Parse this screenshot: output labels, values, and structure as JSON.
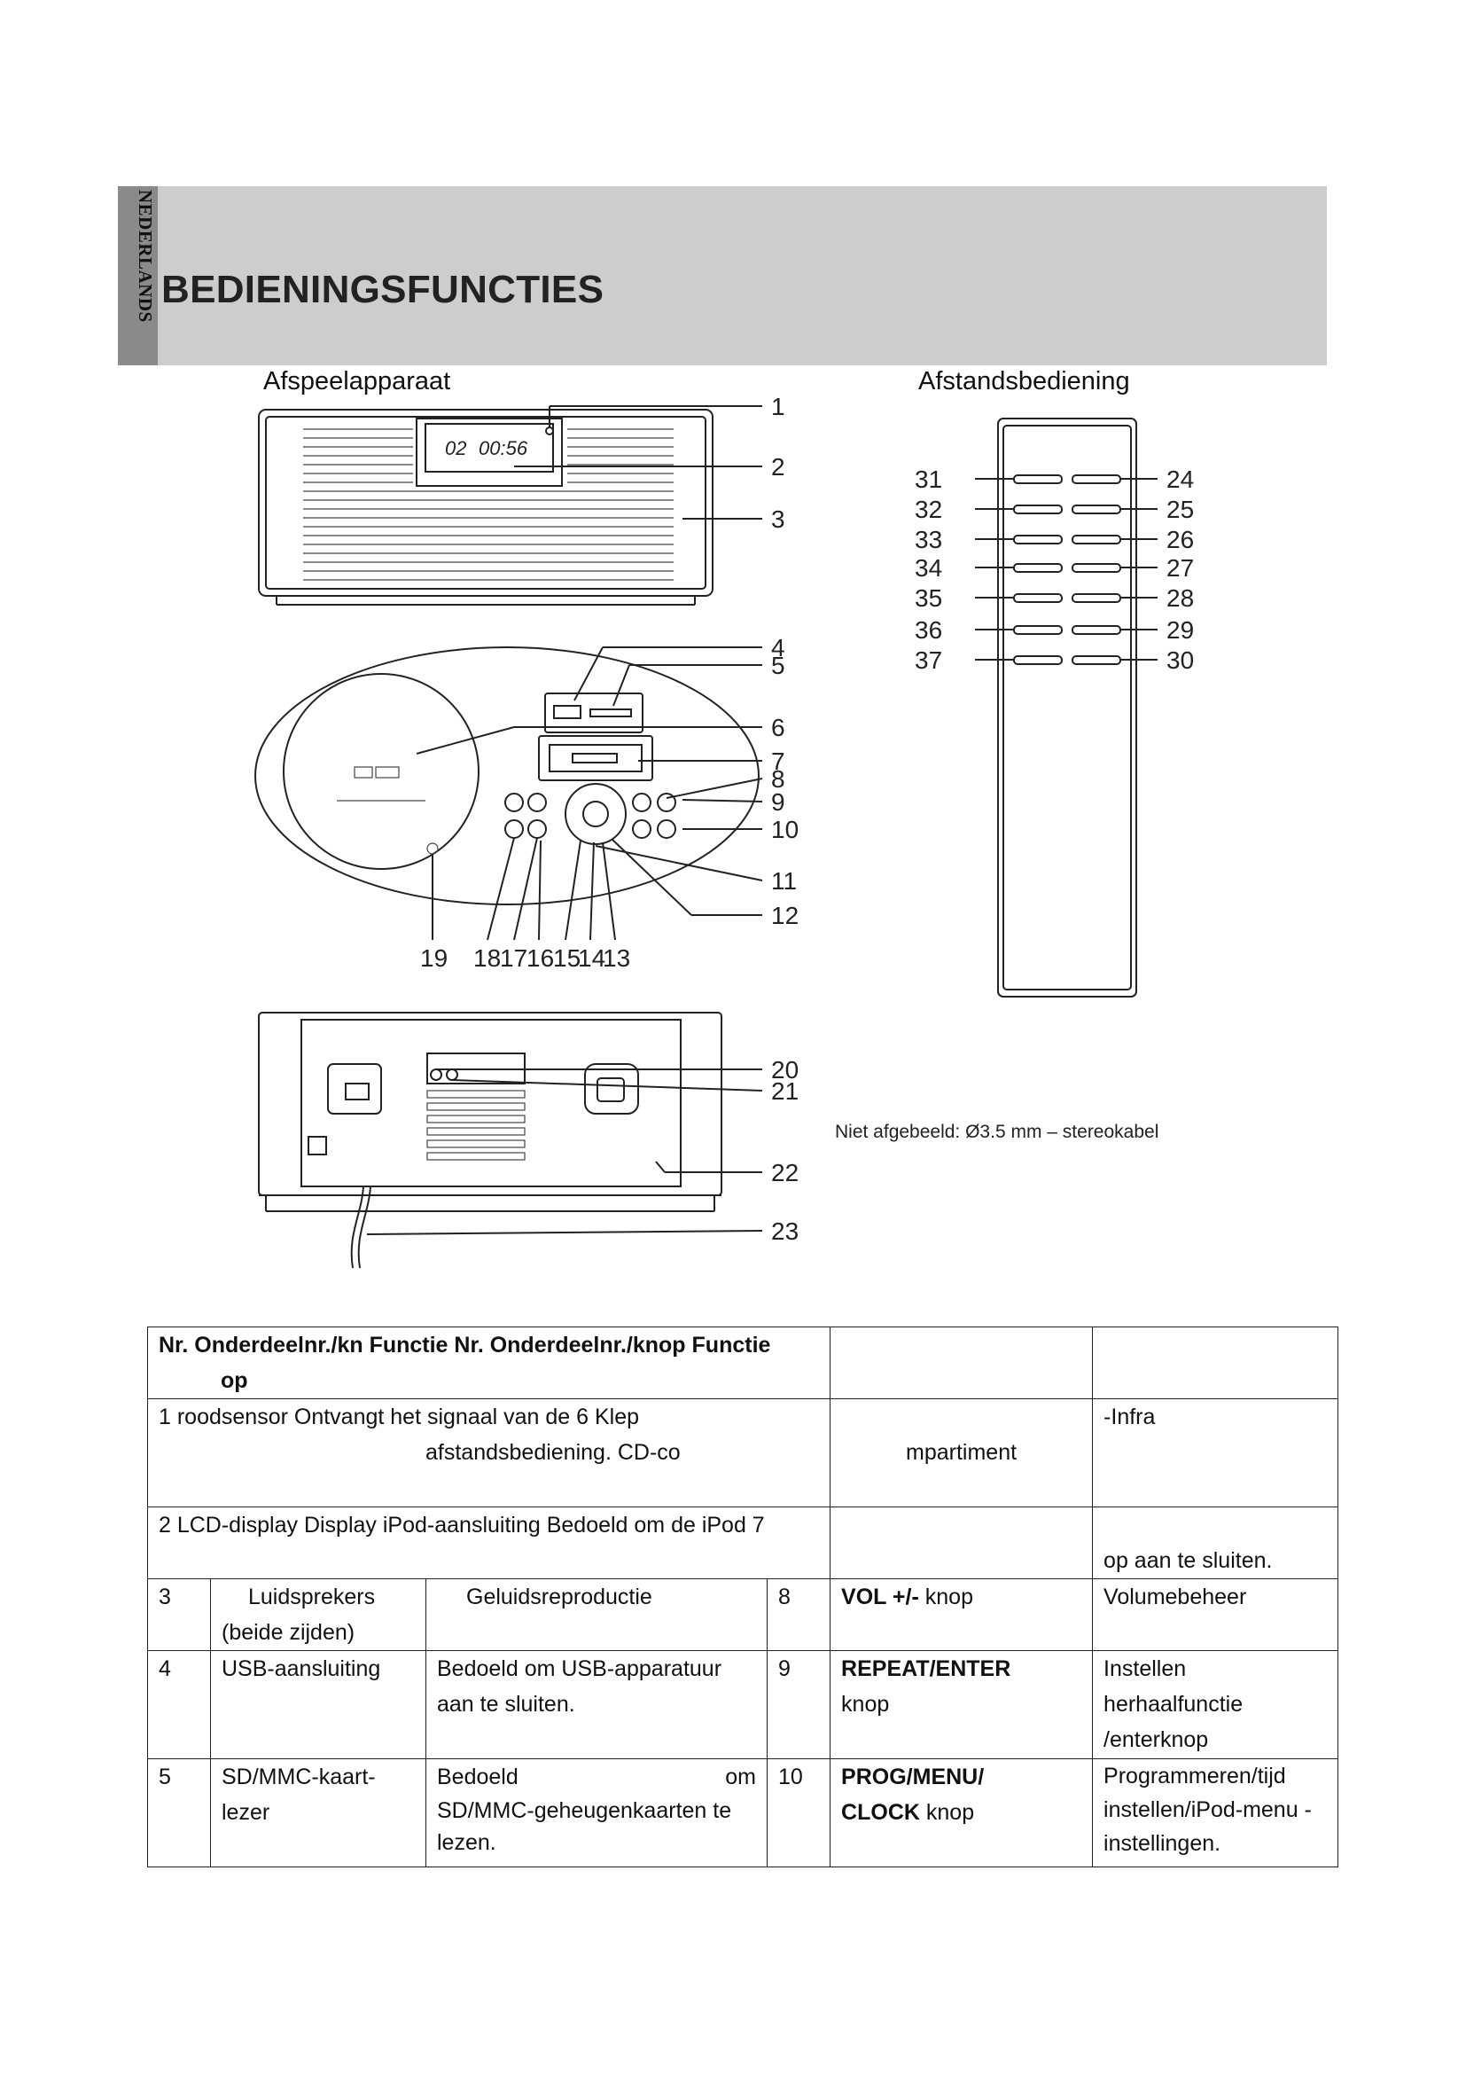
{
  "header": {
    "language_tab": "NEDERLANDS",
    "title": "BEDIENINGSFUNCTIES"
  },
  "labels": {
    "device": "Afspeelapparaat",
    "remote": "Afstandsbediening",
    "not_shown": "Niet afgebeeld: Ø3.5 mm – stereokabel"
  },
  "device_display": {
    "track": "02",
    "time": "00:56"
  },
  "callouts": {
    "c1": "1",
    "c2": "2",
    "c3": "3",
    "c4": "4",
    "c5": "5",
    "c6": "6",
    "c7": "7",
    "c8": "8",
    "c9": "9",
    "c10": "10",
    "c11": "11",
    "c12": "12",
    "c13": "13",
    "c14": "14",
    "c15": "15",
    "c16": "16",
    "c17": "17",
    "c18": "18",
    "c19": "19",
    "c20": "20",
    "c21": "21",
    "c22": "22",
    "c23": "23",
    "c24": "24",
    "c25": "25",
    "c26": "26",
    "c27": "27",
    "c28": "28",
    "c29": "29",
    "c30": "30",
    "c31": "31",
    "c32": "32",
    "c33": "33",
    "c34": "34",
    "c35": "35",
    "c36": "36",
    "c37": "37"
  },
  "table": {
    "header": {
      "a": "Nr. Onderdeelnr./kn Functie Nr. Onderdeelnr./knop Functie",
      "b": "op"
    },
    "row1": {
      "line1": "1 roodsensor Ontvangt het signaal van de 6 Klep",
      "line2": "afstandsbediening. CD-co",
      "line2b": "mpartiment",
      "extra": "-Infra"
    },
    "row2": {
      "line1": "2 LCD-display Display iPod-aansluiting Bedoeld om de iPod 7",
      "line2": "op aan te sluiten."
    },
    "row3": {
      "nr": "3",
      "part": "Luidsprekers (beide zijden)",
      "func": "Geluidsreproductie",
      "nr2": "8",
      "part2_bold": "VOL +/-",
      "part2_rest": " knop",
      "func2": "Volumebeheer"
    },
    "row4": {
      "nr": "4",
      "part": "USB-aansluiting",
      "func": "Bedoeld om USB-apparatuur aan te sluiten.",
      "nr2": "9",
      "part2_bold": "REPEAT/ENTER",
      "part2_rest": "knop",
      "func2": "Instellen herhaalfunctie /enterknop"
    },
    "row5": {
      "nr": "5",
      "part": "SD/MMC-kaart-lezer",
      "func_a": "Bedoeld",
      "func_b": "om",
      "func_c": "SD/MMC-geheugenkaarten te lezen.",
      "nr2": "10",
      "part2_bold1": "PROG/MENU/",
      "part2_bold2": "CLOCK",
      "part2_rest": " knop",
      "func2": "Programmeren/tijd instellen/iPod-menu -instellingen."
    }
  }
}
